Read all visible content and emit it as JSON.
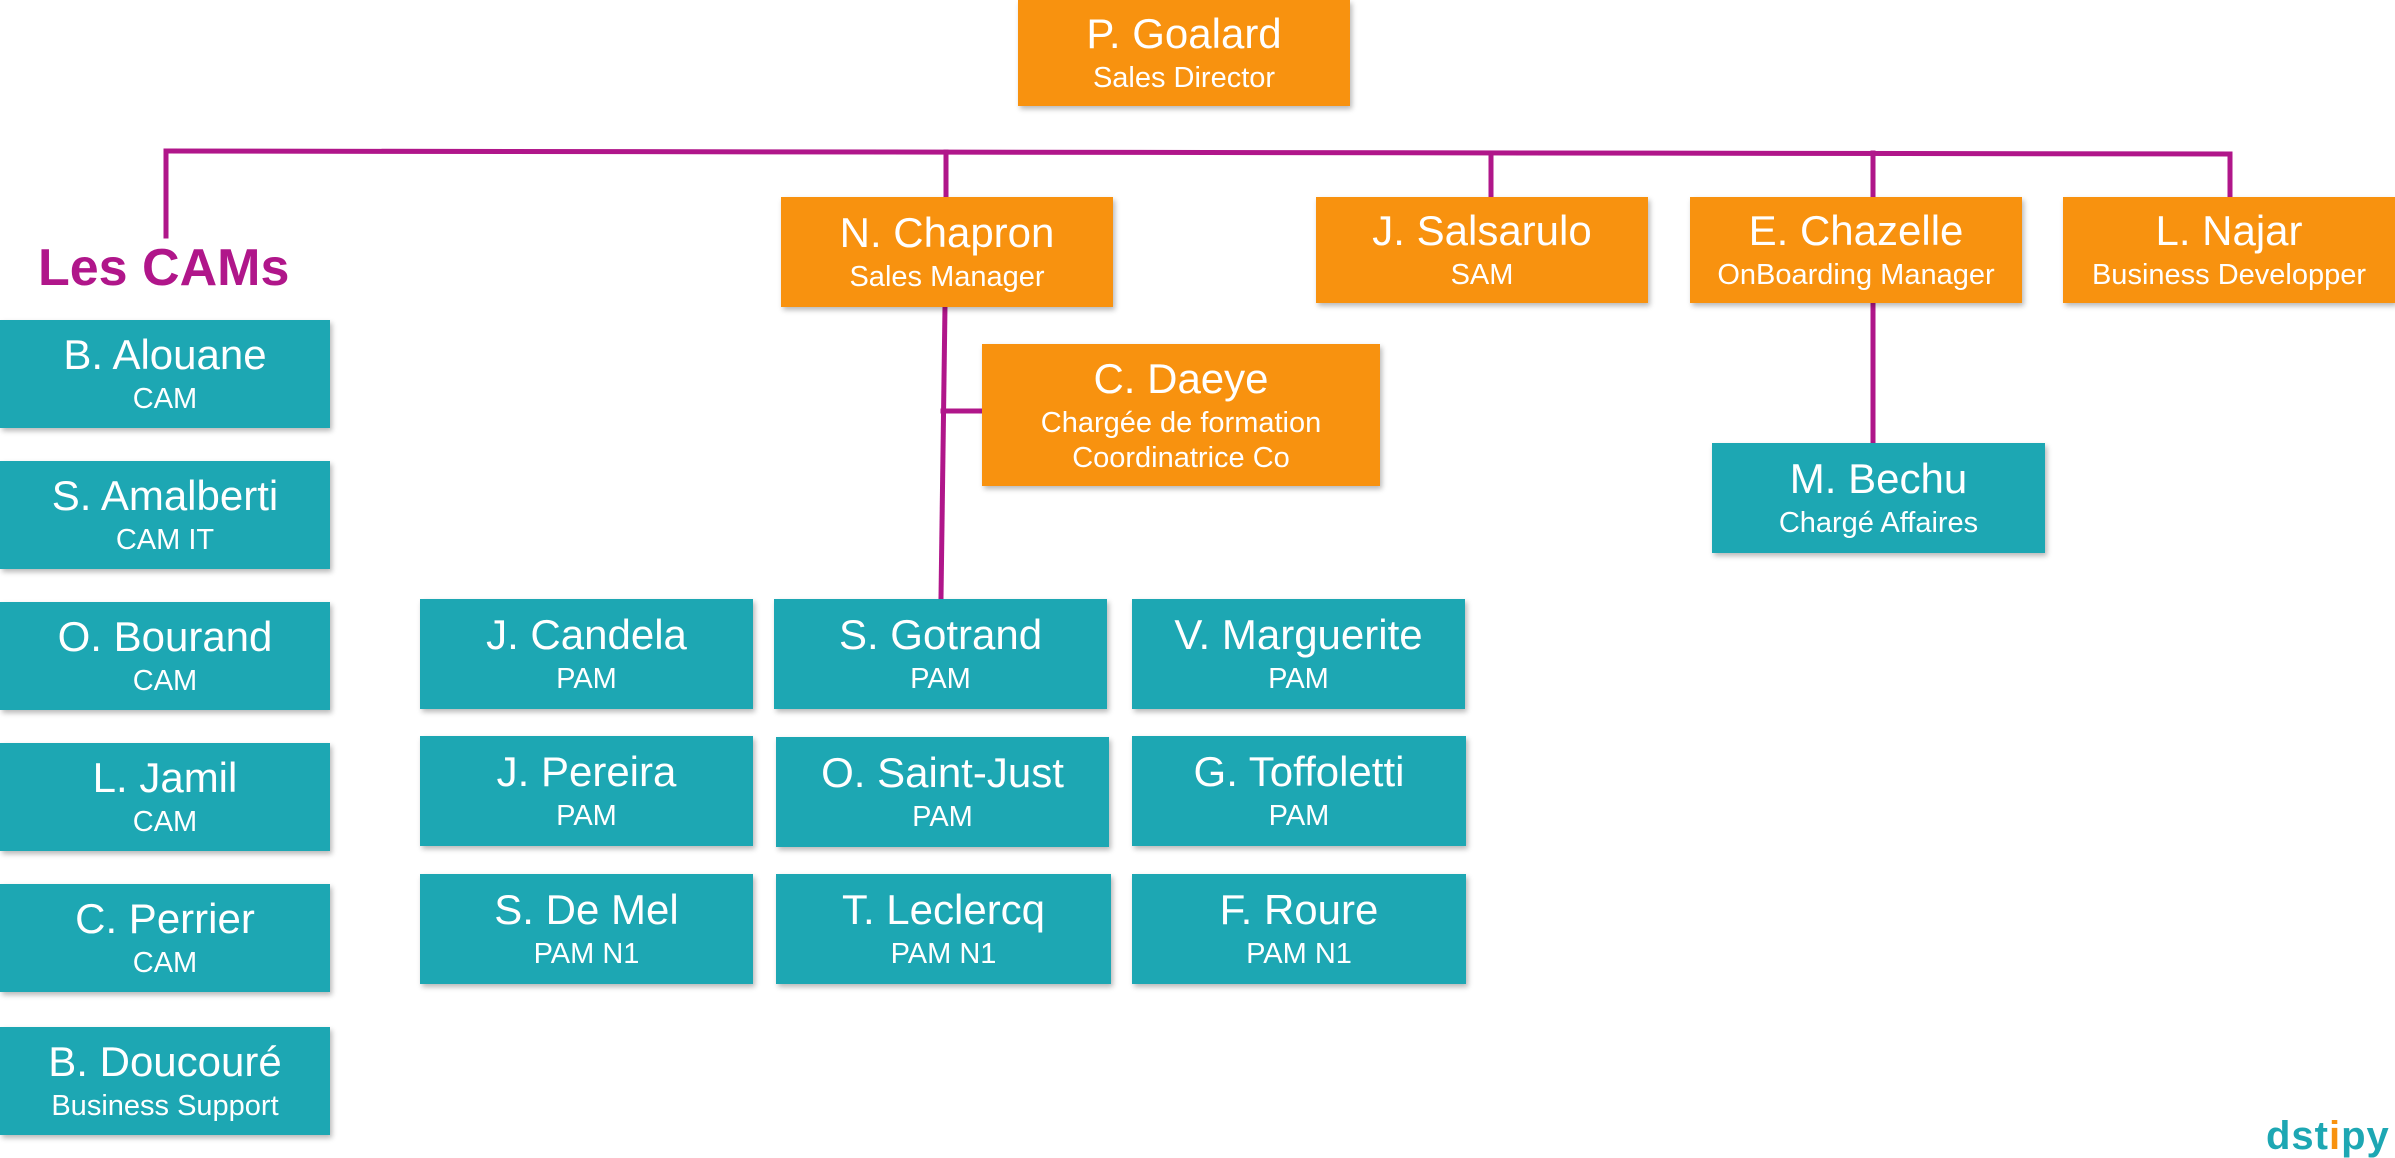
{
  "colors": {
    "manager_box": "#f8920f",
    "staff_box": "#1da7b3",
    "connector": "#b0168a",
    "section_title": "#b0168a",
    "text": "#ffffff"
  },
  "director": {
    "name": "P. Goalard",
    "role": "Sales Director"
  },
  "managers": [
    {
      "name": "N. Chapron",
      "role": "Sales Manager"
    },
    {
      "name": "J. Salsarulo",
      "role": "SAM"
    },
    {
      "name": "E. Chazelle",
      "role": "OnBoarding Manager"
    },
    {
      "name": "L. Najar",
      "role": "Business Developper"
    }
  ],
  "training": {
    "name": "C. Daeye",
    "role_line1": "Chargée de formation",
    "role_line2": "Coordinatrice Co"
  },
  "onboarding_report": {
    "name": "M. Bechu",
    "role": "Chargé Affaires"
  },
  "cams": {
    "title": "Les CAMs",
    "members": [
      {
        "name": "B. Alouane",
        "role": "CAM"
      },
      {
        "name": "S. Amalberti",
        "role": "CAM IT"
      },
      {
        "name": "O. Bourand",
        "role": "CAM"
      },
      {
        "name": "L. Jamil",
        "role": "CAM"
      },
      {
        "name": "C. Perrier",
        "role": "CAM"
      },
      {
        "name": "B. Doucouré",
        "role": "Business Support"
      }
    ]
  },
  "pams": [
    {
      "name": "J. Candela",
      "role": "PAM"
    },
    {
      "name": "S. Gotrand",
      "role": "PAM"
    },
    {
      "name": "V. Marguerite",
      "role": "PAM"
    },
    {
      "name": "J. Pereira",
      "role": "PAM"
    },
    {
      "name": "O. Saint-Just",
      "role": "PAM"
    },
    {
      "name": "G. Toffoletti",
      "role": "PAM"
    },
    {
      "name": "S. De Mel",
      "role": "PAM N1"
    },
    {
      "name": "T. Leclercq",
      "role": "PAM N1"
    },
    {
      "name": "F. Roure",
      "role": "PAM N1"
    }
  ],
  "logo": {
    "part1": "dst",
    "part2": "i",
    "part3": "py"
  }
}
